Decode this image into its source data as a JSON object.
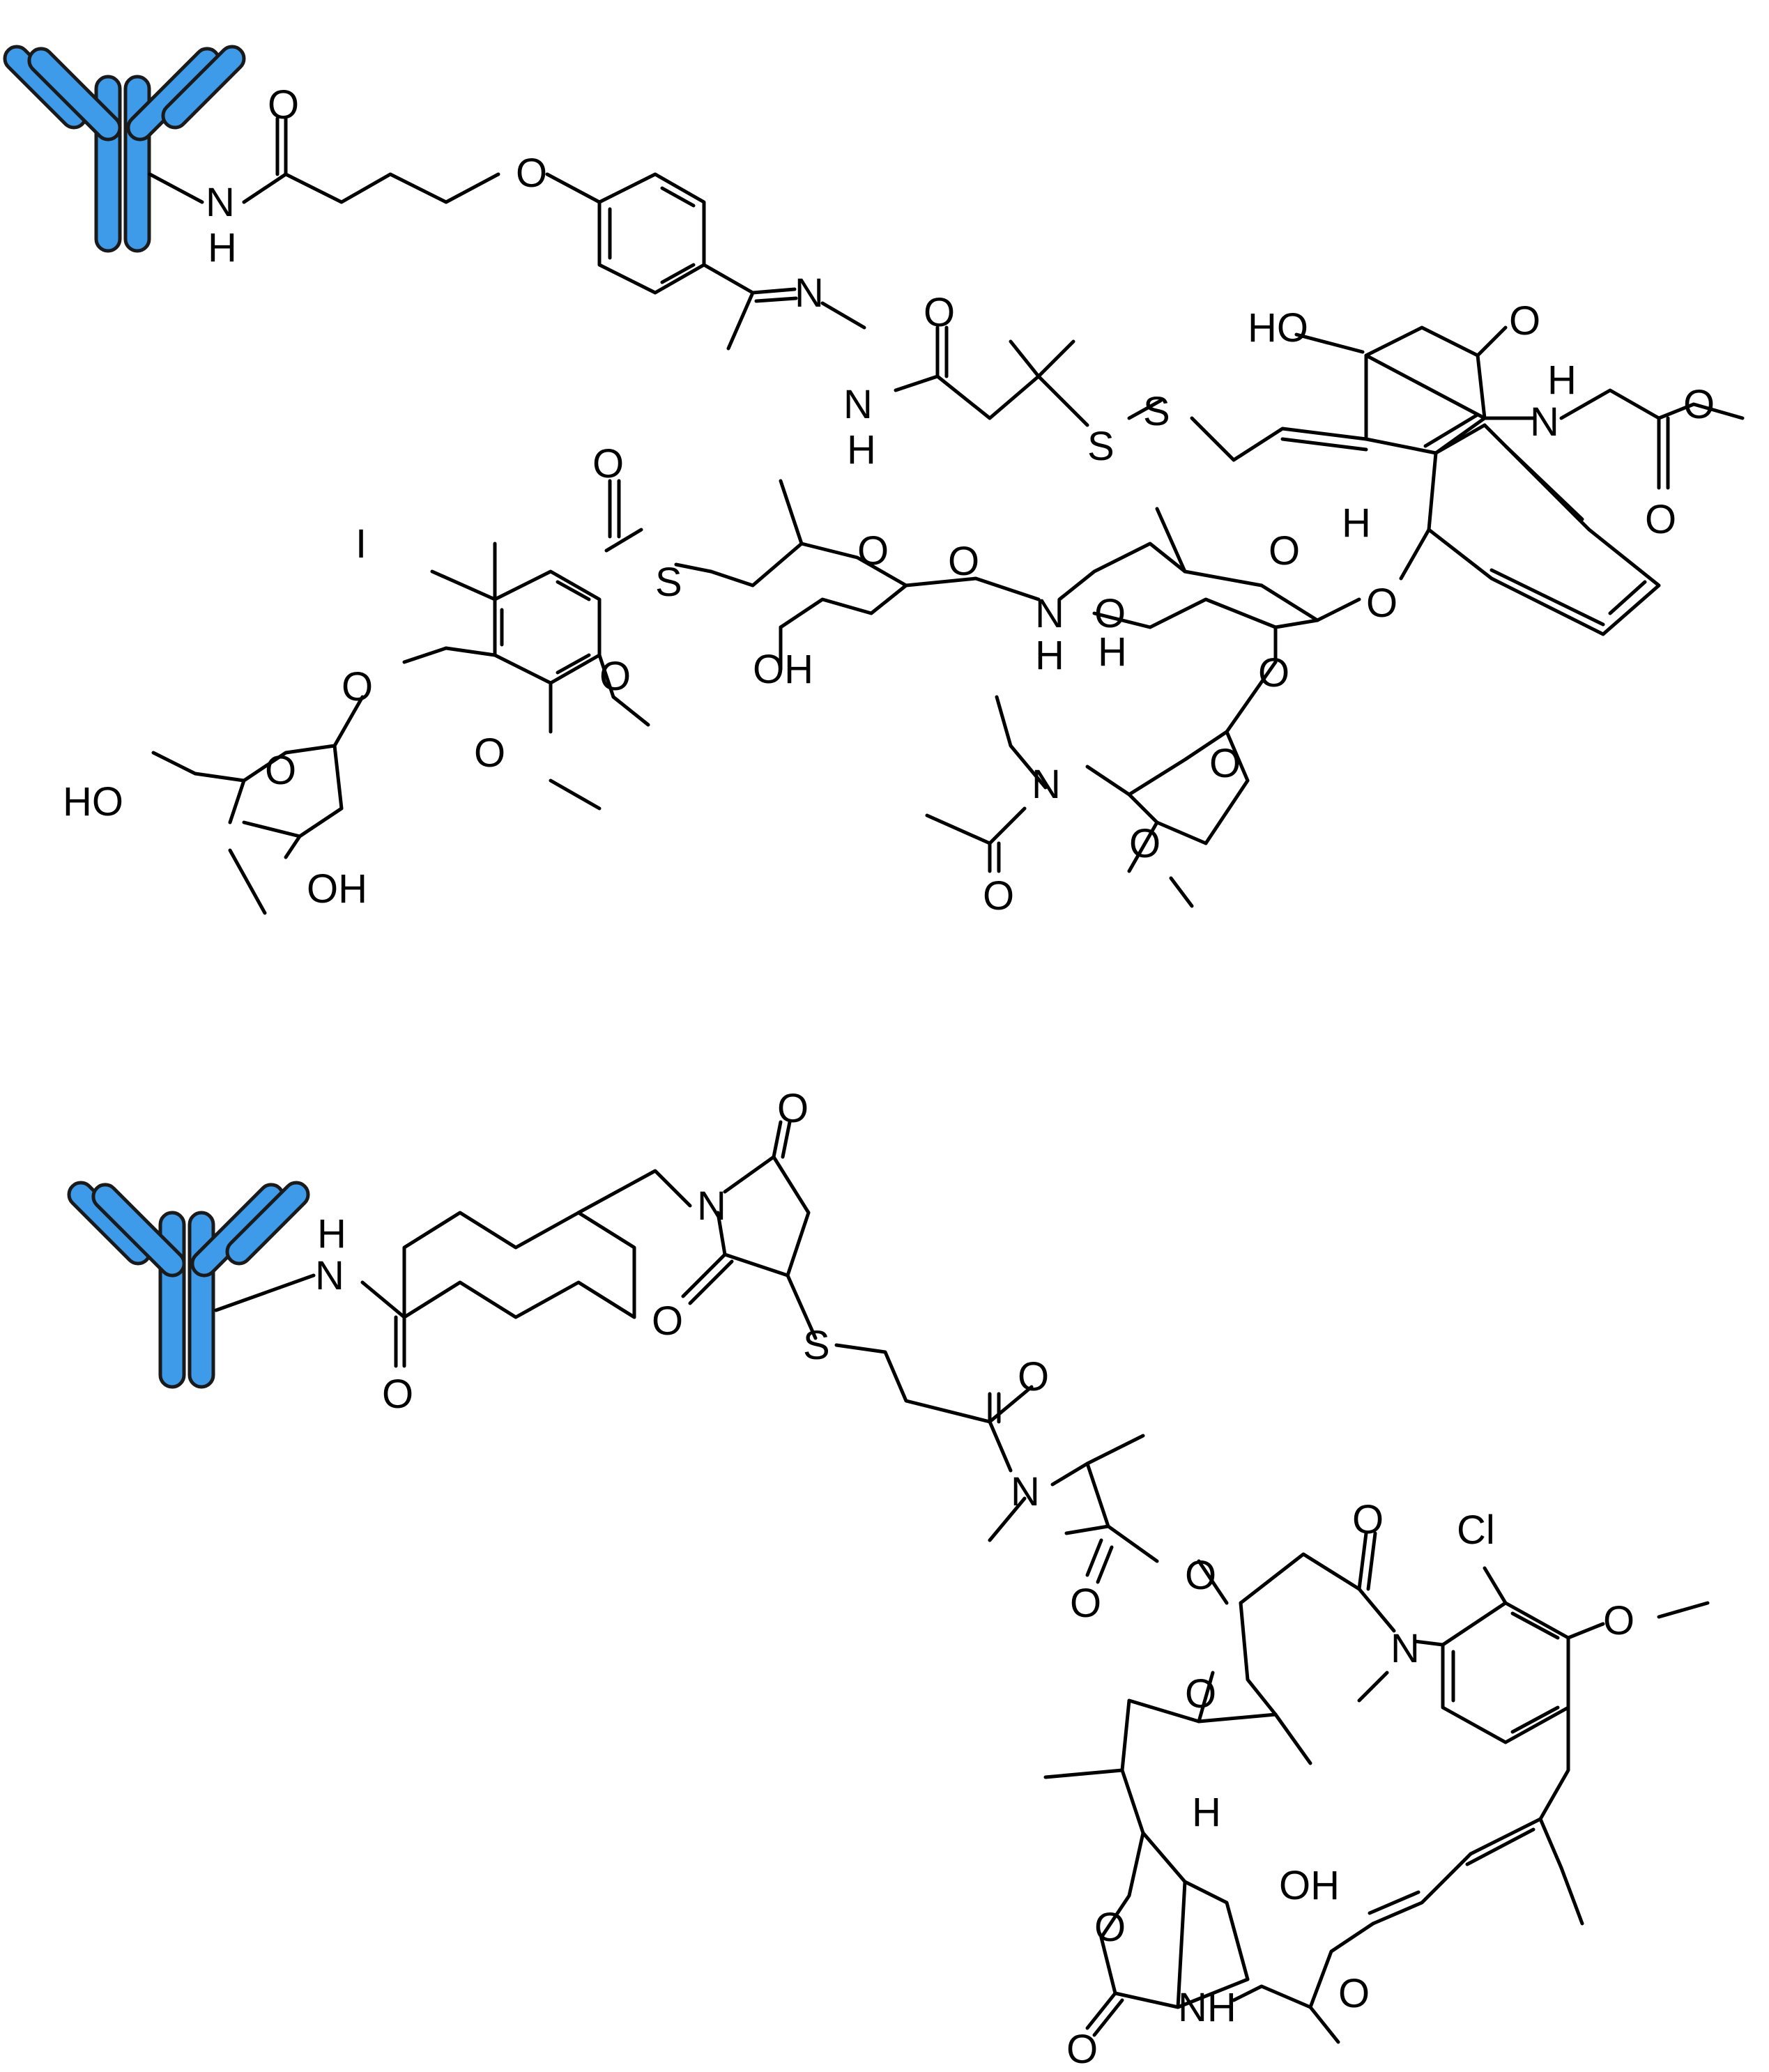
{
  "colors": {
    "antibody": "#3d9be9",
    "bond": "#000000",
    "background": "#ffffff"
  },
  "figure": {
    "conjugates": [
      {
        "antibody_icon": "antibody-icon",
        "labels": [
          "O",
          "N",
          "H",
          "O",
          "N",
          "N",
          "H",
          "O",
          "S",
          "S",
          "HO",
          "O",
          "N",
          "H",
          "O",
          "O",
          "H",
          "O",
          "O",
          "S",
          "O",
          "O",
          "N",
          "H",
          "O",
          "H",
          "O",
          "I",
          "O",
          "O",
          "O",
          "O",
          "HO",
          "O",
          "OH",
          "OH",
          "N",
          "O",
          "O",
          "O"
        ]
      },
      {
        "antibody_icon": "antibody-icon",
        "labels": [
          "N",
          "H",
          "O",
          "O",
          "N",
          "O",
          "S",
          "O",
          "N",
          "O",
          "O",
          "O",
          "Cl",
          "O",
          "N",
          "O",
          "H",
          "OH",
          "O",
          "O",
          "NH",
          "O"
        ]
      }
    ]
  }
}
